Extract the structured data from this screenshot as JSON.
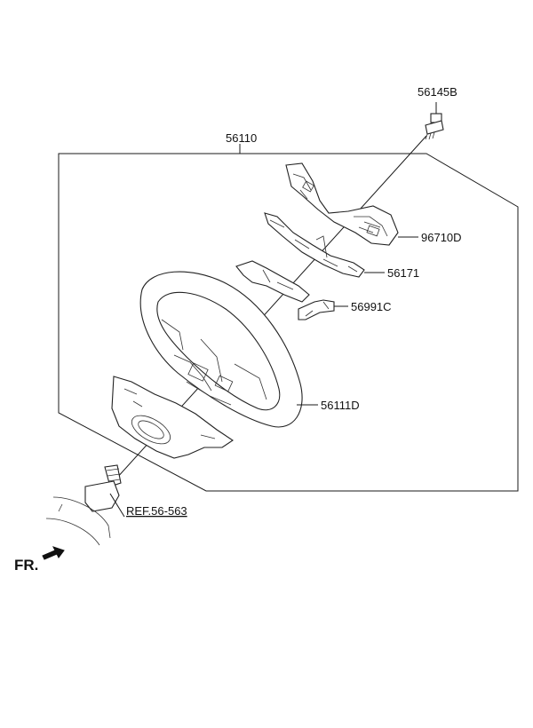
{
  "labels": {
    "assembly": "56110",
    "bolt": "56145B",
    "switch_assy": "96710D",
    "harness_main": "56171",
    "harness_sub": "56991C",
    "wheel": "56111D",
    "reference": "REF.56-563",
    "front": "FR."
  },
  "colors": {
    "line": "#1a1a1a",
    "background": "#ffffff"
  }
}
